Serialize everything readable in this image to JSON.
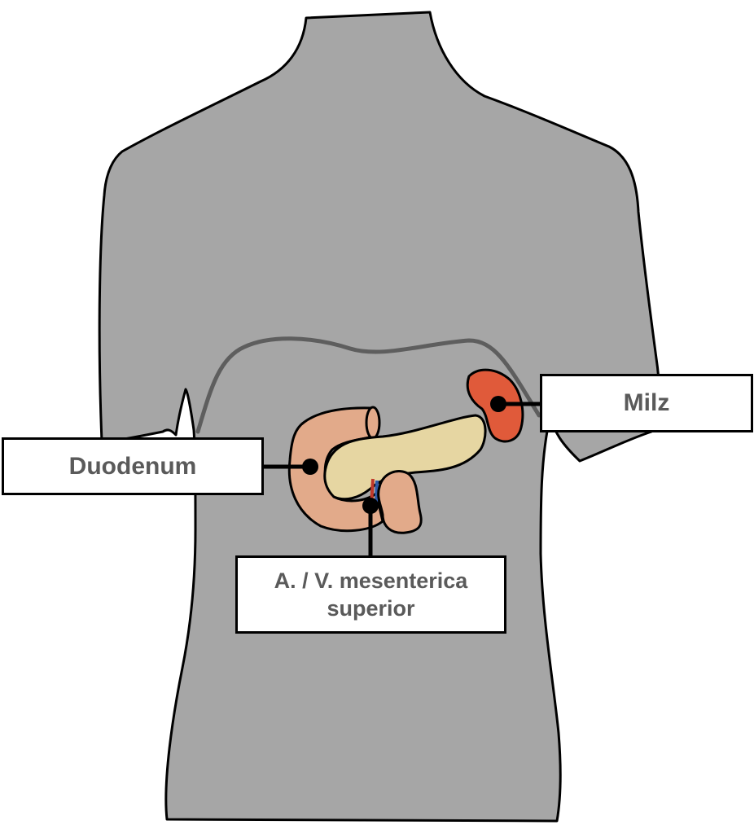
{
  "colors": {
    "background": "#ffffff",
    "torso": "#a6a6a6",
    "outline": "#000000",
    "diaphragm": "#5e5e5e",
    "duodenum": "#e2aa8a",
    "pancreas": "#e6d6a2",
    "spleen": "#e05a3a",
    "artery": "#c0392b",
    "vein": "#2e5aa8",
    "label_text": "#5a5a5a"
  },
  "labels": {
    "spleen": "Milz",
    "duodenum": "Duodenum",
    "vessels_line1": "A. / V. mesenterica",
    "vessels_line2": "superior"
  }
}
